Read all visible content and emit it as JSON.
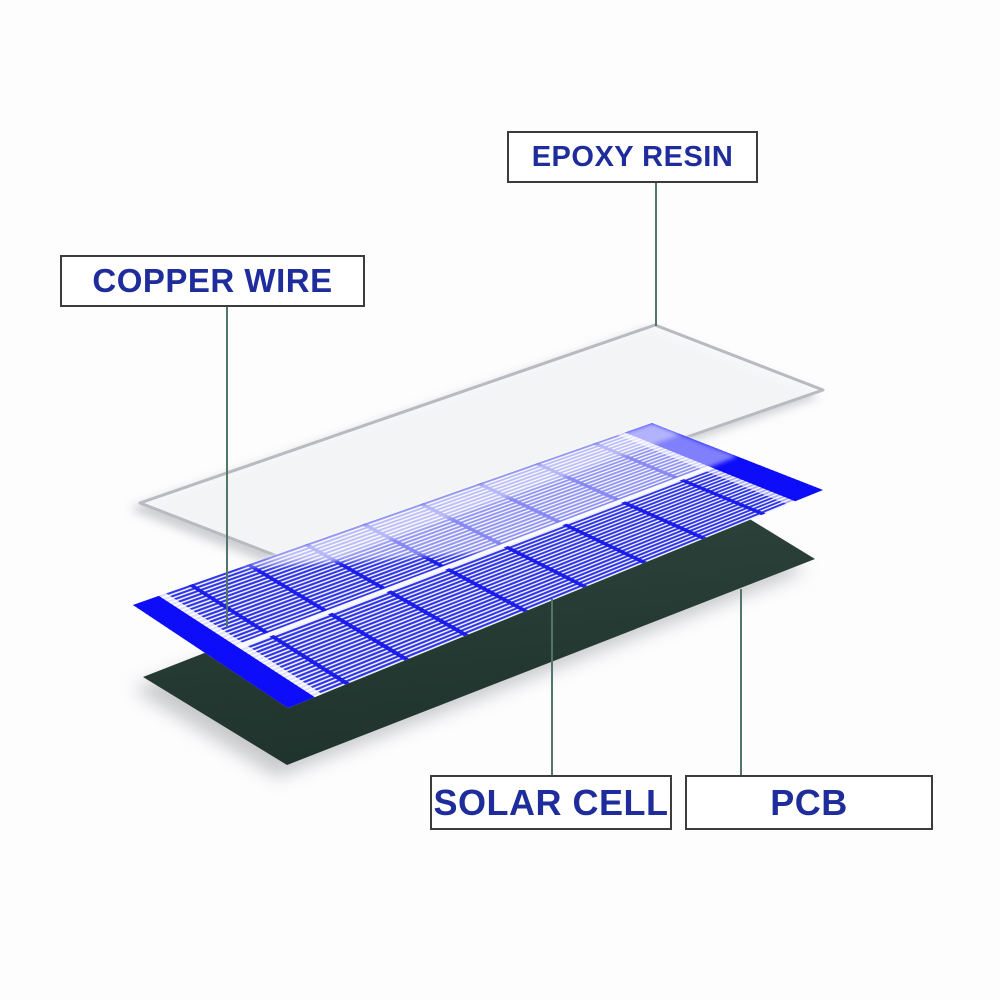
{
  "labels": {
    "epoxy_resin": "EPOXY RESIN",
    "copper_wire": "COPPER WIRE",
    "solar_cell": "SOLAR CELL",
    "pcb": "PCB"
  },
  "colors": {
    "label_text": "#1e2d9b",
    "label_box_border": "#3c3c3c",
    "label_box_bg": "#ffffff",
    "leader_line": "#527568",
    "solar_cell_blue": "#3136e8",
    "busbar_blue": "#0d0dfa",
    "divider_blue": "#1d1de8",
    "cell_base": "#eef0fc",
    "cell_row_gap": "#f7f9ff",
    "pcb_dark_green_top": "#2f473e",
    "pcb_dark_green_bottom": "#20332d",
    "epoxy_sheet_fill": "#f6f7fa",
    "epoxy_sheet_border": "#b9bac1",
    "background": "#fdfdfe"
  }
}
